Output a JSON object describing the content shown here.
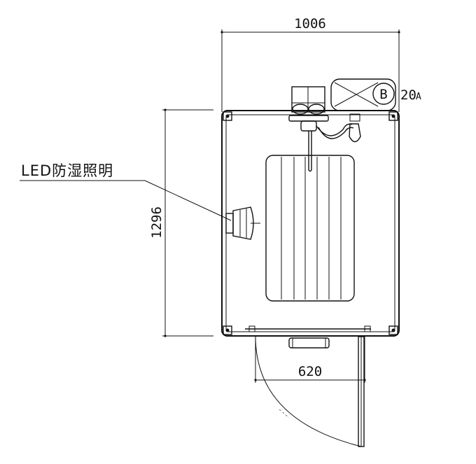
{
  "dimensions": {
    "overall_width": "1006",
    "overall_depth": "1296",
    "door_width": "620"
  },
  "labels": {
    "led_light": "LED防湿照明",
    "breaker_letter": "B",
    "breaker_rating_num": "20",
    "breaker_rating_unit": "A"
  }
}
